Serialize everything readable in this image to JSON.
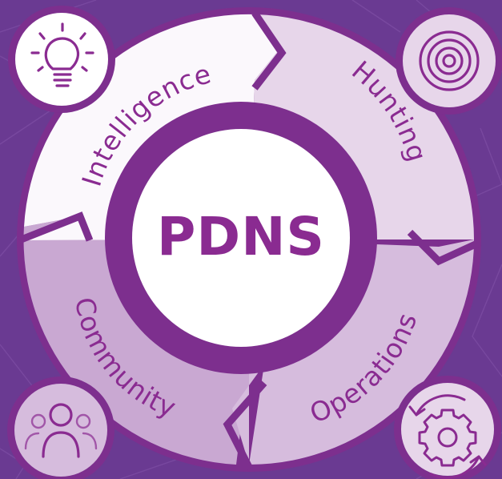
{
  "center": {
    "label": "PDNS"
  },
  "segments": [
    {
      "key": "intelligence",
      "label": "Intelligence",
      "icon": "lightbulb-icon"
    },
    {
      "key": "hunting",
      "label": "Hunting",
      "icon": "target-icon"
    },
    {
      "key": "operations",
      "label": "Operations",
      "icon": "gear-cycle-icon"
    },
    {
      "key": "community",
      "label": "Community",
      "icon": "people-group-icon"
    }
  ],
  "colors": {
    "background": "#6a3a92",
    "ring_border": "#7d2f8e",
    "intelligence": "#fbf8fc",
    "hunting": "#e7d6ea",
    "operations": "#d6bcdd",
    "community": "#c9a8d2",
    "center_fill": "#ffffff",
    "text": "#8a2b91"
  }
}
